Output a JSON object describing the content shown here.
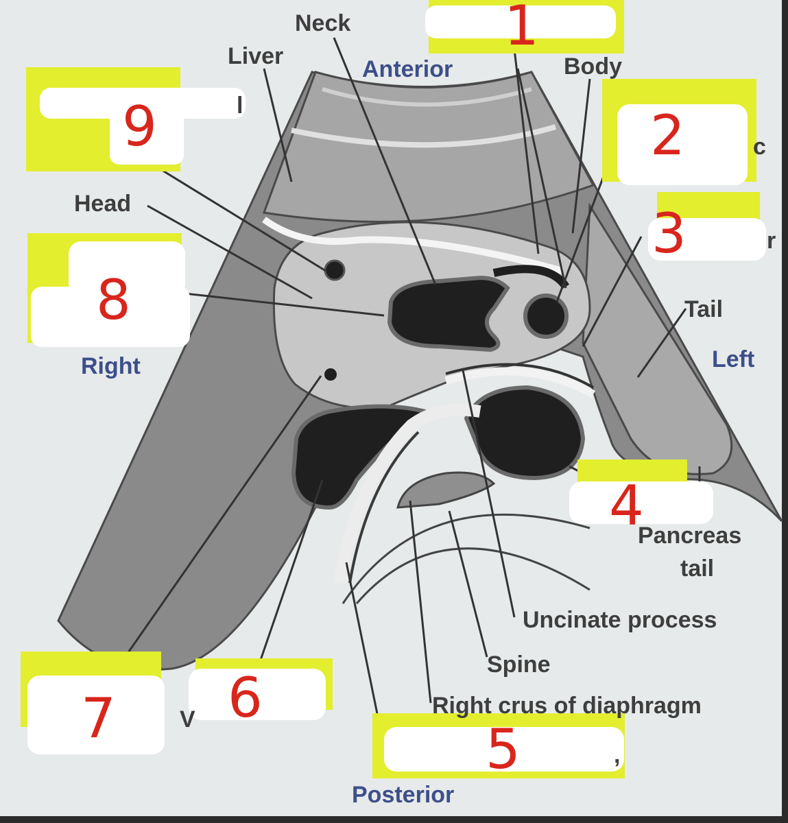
{
  "colors": {
    "background": "#e7eaea",
    "outer_fan": "#8a8a8a",
    "liver": "#a6a6a6",
    "tissue_light": "#c9c9c9",
    "vessel_dark": "#1f1f1f",
    "direction_text": "#3d4f8a",
    "label_text": "#3e3e3e",
    "number_red": "#d8261c",
    "highlight_yellow": "#e3ee2f",
    "redaction_white": "#ffffff"
  },
  "directions": {
    "anterior": "Anterior",
    "posterior": "Posterior",
    "right": "Right",
    "left": "Left"
  },
  "labels": {
    "neck": "Neck",
    "liver": "Liver",
    "body": "Body",
    "head": "Head",
    "tail": "Tail",
    "pancreas_tail_line1": "Pancreas",
    "pancreas_tail_line2": "tail",
    "uncinate_process": "Uncinate process",
    "spine": "Spine",
    "right_crus": "Right crus of diaphragm"
  },
  "partial_text": {
    "l_frag": "l",
    "c_frag": "c",
    "r_frag": "r",
    "v_frag": "V",
    "comma_frag": ","
  },
  "numbers": [
    "1",
    "2",
    "3",
    "4",
    "5",
    "6",
    "7",
    "8",
    "9"
  ]
}
